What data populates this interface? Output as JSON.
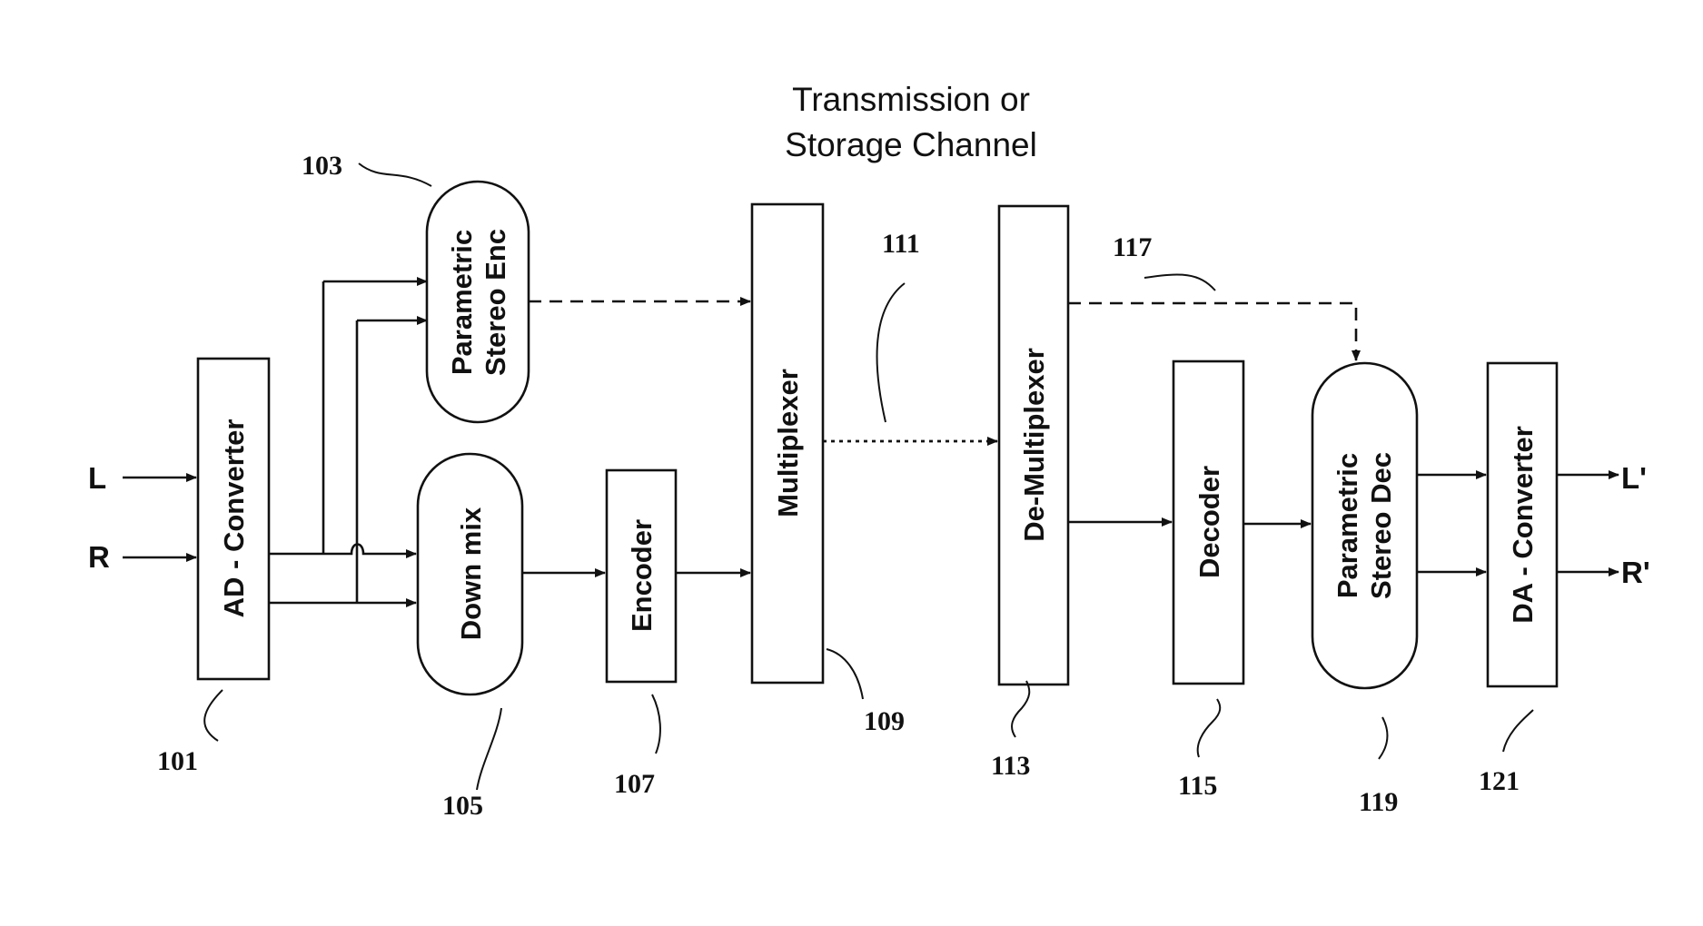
{
  "title": {
    "line1": "Transmission or",
    "line2": "Storage Channel"
  },
  "inputs": {
    "left": "L",
    "right": "R"
  },
  "outputs": {
    "left": "L'",
    "right": "R'"
  },
  "blocks": {
    "ad_converter": {
      "label": "AD - Converter",
      "ref": "101"
    },
    "parametric_stereo_enc": {
      "label_line1": "Parametric",
      "label_line2": "Stereo Enc",
      "ref": "103"
    },
    "down_mix": {
      "label": "Down mix",
      "ref": "105"
    },
    "encoder": {
      "label": "Encoder",
      "ref": "107"
    },
    "multiplexer": {
      "label": "Multiplexer",
      "ref": "109"
    },
    "channel": {
      "ref": "111"
    },
    "de_multiplexer": {
      "label": "De-Multiplexer",
      "ref": "113"
    },
    "decoder": {
      "label": "Decoder",
      "ref": "115"
    },
    "side_info": {
      "ref": "117"
    },
    "parametric_stereo_dec": {
      "label_line1": "Parametric",
      "label_line2": "Stereo Dec",
      "ref": "119"
    },
    "da_converter": {
      "label": "DA - Converter",
      "ref": "121"
    }
  }
}
